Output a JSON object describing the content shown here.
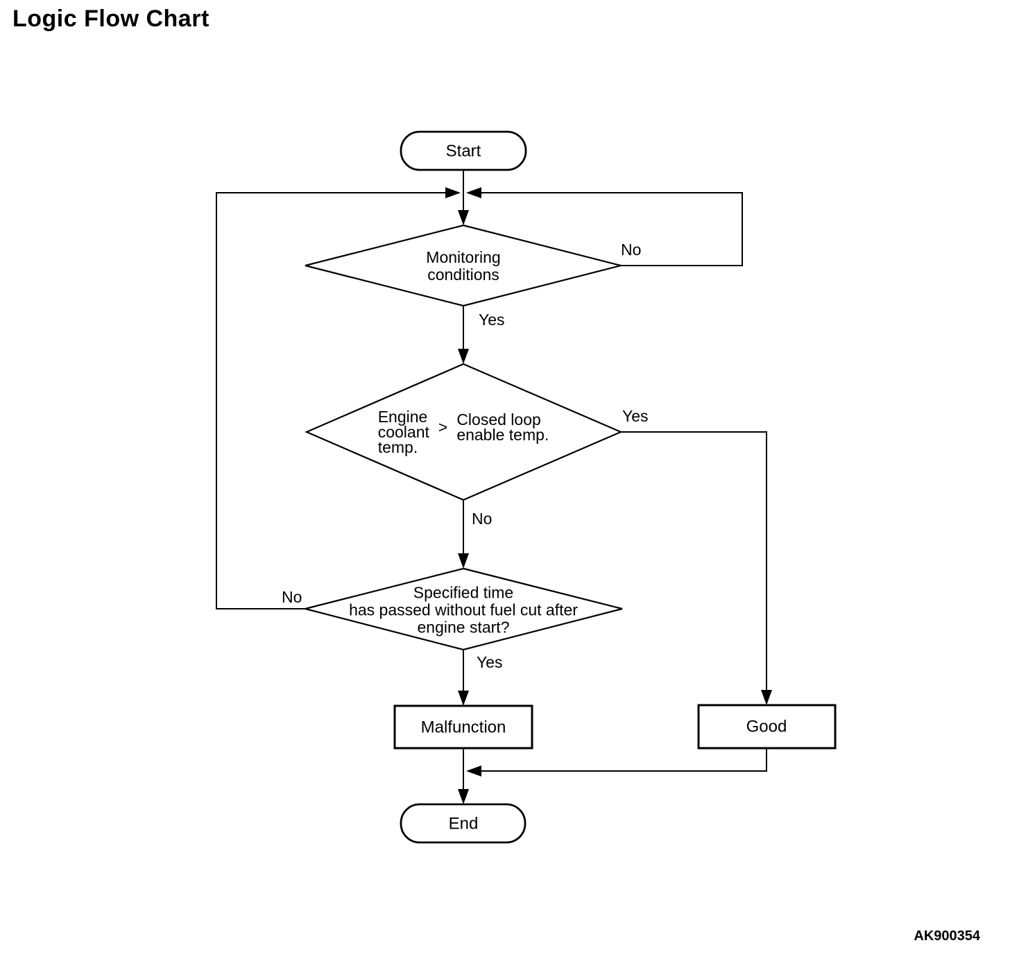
{
  "title": "Logic Flow Chart",
  "figure_code": "AK900354",
  "nodes": {
    "start": {
      "label": "Start"
    },
    "monitoring": {
      "label": "Monitoring\nconditions"
    },
    "coolant": {
      "left": "Engine\ncoolant\ntemp.",
      "operator": ">",
      "right": "Closed loop\nenable temp."
    },
    "timer": {
      "label": "Specified time\nhas passed without fuel cut after\nengine start?"
    },
    "malfunction": {
      "label": "Malfunction"
    },
    "good": {
      "label": "Good"
    },
    "end": {
      "label": "End"
    }
  },
  "edge_labels": {
    "monitoring_no": "No",
    "monitoring_yes": "Yes",
    "coolant_yes": "Yes",
    "coolant_no": "No",
    "timer_no": "No",
    "timer_yes": "Yes"
  }
}
